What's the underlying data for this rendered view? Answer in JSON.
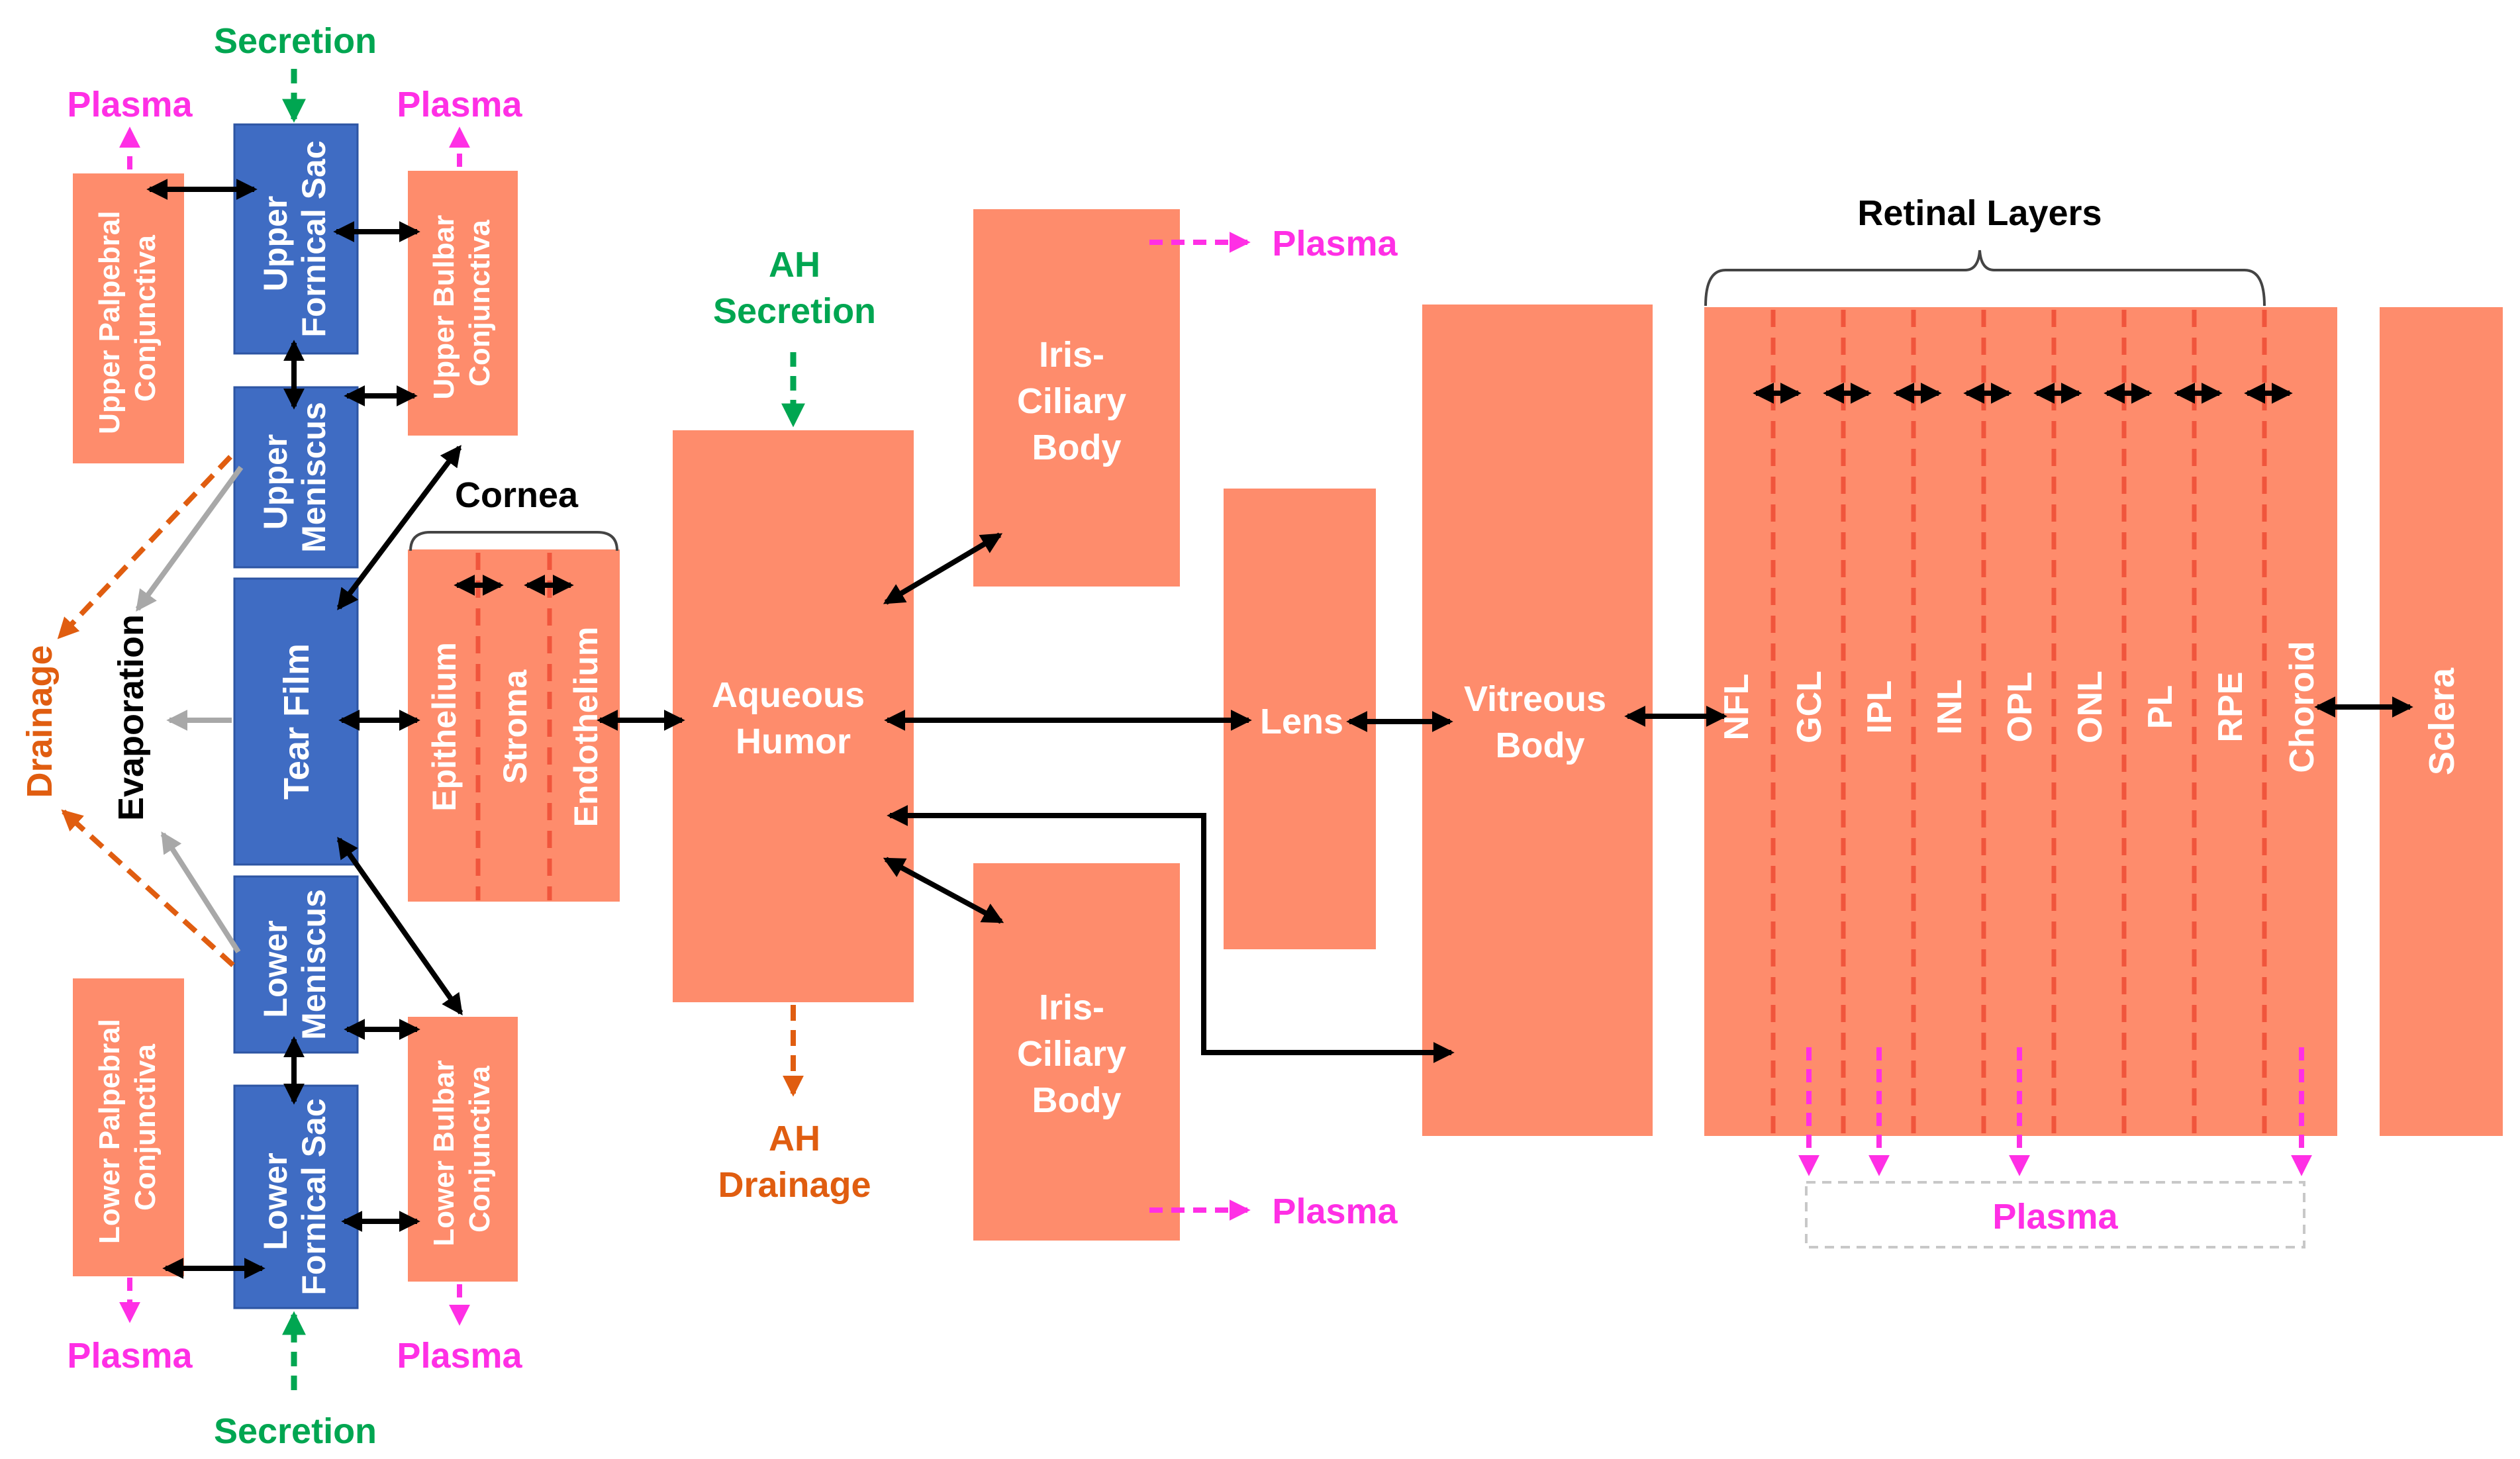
{
  "colors": {
    "salmon": "#fe8c6c",
    "blue": "#3f6cc3",
    "black_arrow": "#000000",
    "secretion": "#00a651",
    "plasma": "#ff2fe5",
    "drainage": "#e05d10",
    "evaporation_arrow": "#a8a8a8",
    "layer_divider": "#f0553c",
    "plasma_box_border": "#c8c8c8"
  },
  "tear_film_region": {
    "secretion_top": "Secretion",
    "secretion_bottom": "Secretion",
    "plasma_labels": [
      "Plasma",
      "Plasma",
      "Plasma",
      "Plasma"
    ],
    "upper_fornical_sac": [
      "Upper",
      "Fornical Sac"
    ],
    "upper_meniscus": [
      "Upper",
      "Meniscus"
    ],
    "tear_film": "Tear Film",
    "lower_meniscus": [
      "Lower",
      "Meniscus"
    ],
    "lower_fornical_sac": [
      "Lower",
      "Fornical Sac"
    ],
    "upper_palpebral_conjunctiva": [
      "Upper Palpebral",
      "Conjunctiva"
    ],
    "upper_bulbar_conjunctiva": [
      "Upper Bulbar",
      "Conjunctiva"
    ],
    "lower_palpebral_conjunctiva": [
      "Lower Palpebral",
      "Conjunctiva"
    ],
    "lower_bulbar_conjunctiva": [
      "Lower Bulbar",
      "Conjunctiva"
    ],
    "evaporation": "Evaporation",
    "drainage": "Drainage"
  },
  "cornea": {
    "title": "Cornea",
    "layers": [
      "Epithelium",
      "Stroma",
      "Endothelium"
    ]
  },
  "anterior": {
    "ah_secretion": [
      "AH",
      "Secretion"
    ],
    "ah_drainage": [
      "AH",
      "Drainage"
    ],
    "aqueous_humor": [
      "Aqueous",
      "Humor"
    ],
    "iris_ciliary_upper": [
      "Iris-",
      "Ciliary",
      "Body"
    ],
    "iris_ciliary_lower": [
      "Iris-",
      "Ciliary",
      "Body"
    ],
    "plasma_upper": "Plasma",
    "plasma_lower": "Plasma",
    "lens": "Lens",
    "vitreous_body": [
      "Vitreous",
      "Body"
    ]
  },
  "retina": {
    "title": "Retinal Layers",
    "layers": [
      "NFL",
      "GCL",
      "IPL",
      "INL",
      "OPL",
      "ONL",
      "PL",
      "RPE",
      "Choroid"
    ],
    "plasma": "Plasma"
  },
  "sclera": "Sclera"
}
